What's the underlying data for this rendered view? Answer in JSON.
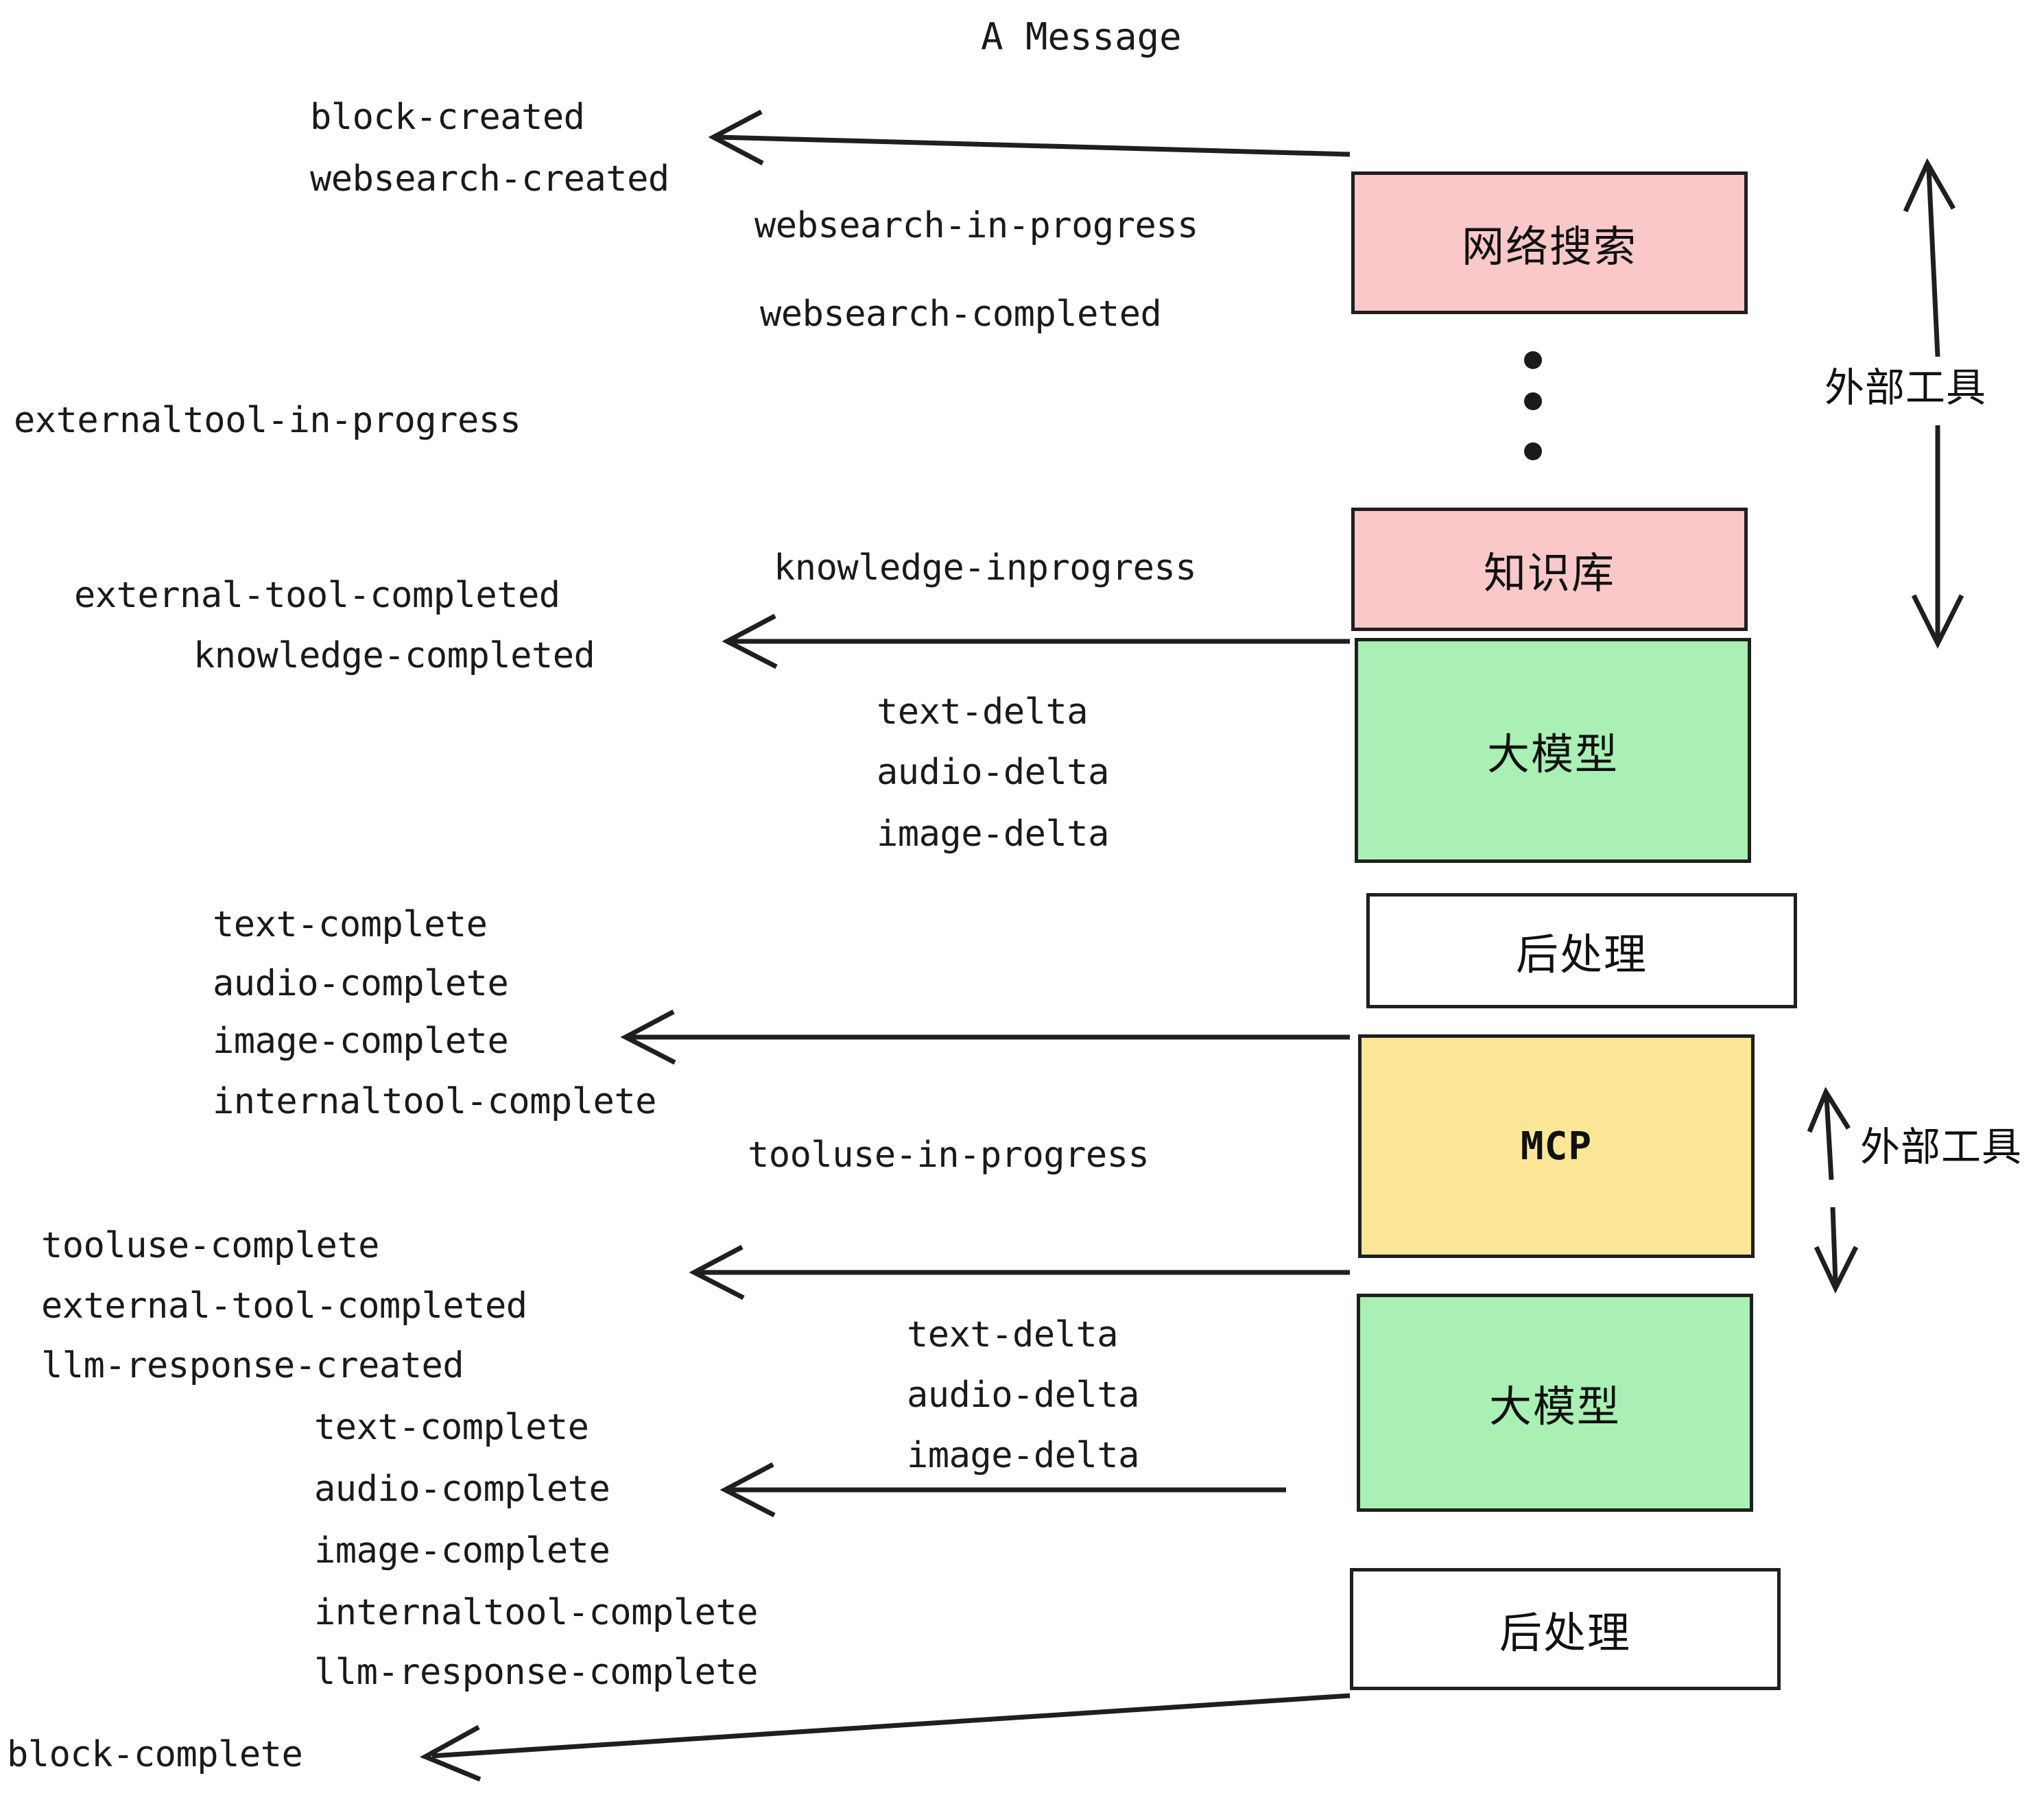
{
  "title": "A Message",
  "boxes": [
    {
      "label": "网络搜索",
      "color": "#fac8c8"
    },
    {
      "label": "知识库",
      "color": "#fac8c8"
    },
    {
      "label": "大模型",
      "color": "#aaefb4"
    },
    {
      "label": "后处理",
      "color": "#ffffff"
    },
    {
      "label": "MCP",
      "color": "#fbe697"
    },
    {
      "label": "大模型",
      "color": "#aaefb4"
    },
    {
      "label": "后处理",
      "color": "#ffffff"
    }
  ],
  "side_labels": [
    {
      "text": "外部工具"
    },
    {
      "text": "外部工具"
    }
  ],
  "events": {
    "block_created": "block-created",
    "websearch_created": "websearch-created",
    "websearch_in_progress": "websearch-in-progress",
    "websearch_completed": "websearch-completed",
    "externaltool_in_progress": "externaltool-in-progress",
    "knowledge_inprogress": "knowledge-inprogress",
    "external_tool_completed_1": "external-tool-completed",
    "knowledge_completed": "knowledge-completed",
    "text_delta_1": "text-delta",
    "audio_delta_1": "audio-delta",
    "image_delta_1": "image-delta",
    "text_complete_1": "text-complete",
    "audio_complete_1": "audio-complete",
    "image_complete_1": "image-complete",
    "internaltool_complete_1": "internaltool-complete",
    "tooluse_in_progress": "tooluse-in-progress",
    "tooluse_complete": "tooluse-complete",
    "external_tool_completed_2": "external-tool-completed",
    "llm_response_created": "llm-response-created",
    "text_delta_2": "text-delta",
    "audio_delta_2": "audio-delta",
    "image_delta_2": "image-delta",
    "text_complete_2": "text-complete",
    "audio_complete_2": "audio-complete",
    "image_complete_2": "image-complete",
    "internaltool_complete_2": "internaltool-complete",
    "llm_response_complete": "llm-response-complete",
    "block_complete": "block-complete"
  },
  "colors": {
    "stroke": "#1f1f1f",
    "text": "#1a1a1a",
    "pink": "#fac8c8",
    "green": "#aaefb4",
    "yellow": "#fbe697",
    "white": "#ffffff"
  }
}
